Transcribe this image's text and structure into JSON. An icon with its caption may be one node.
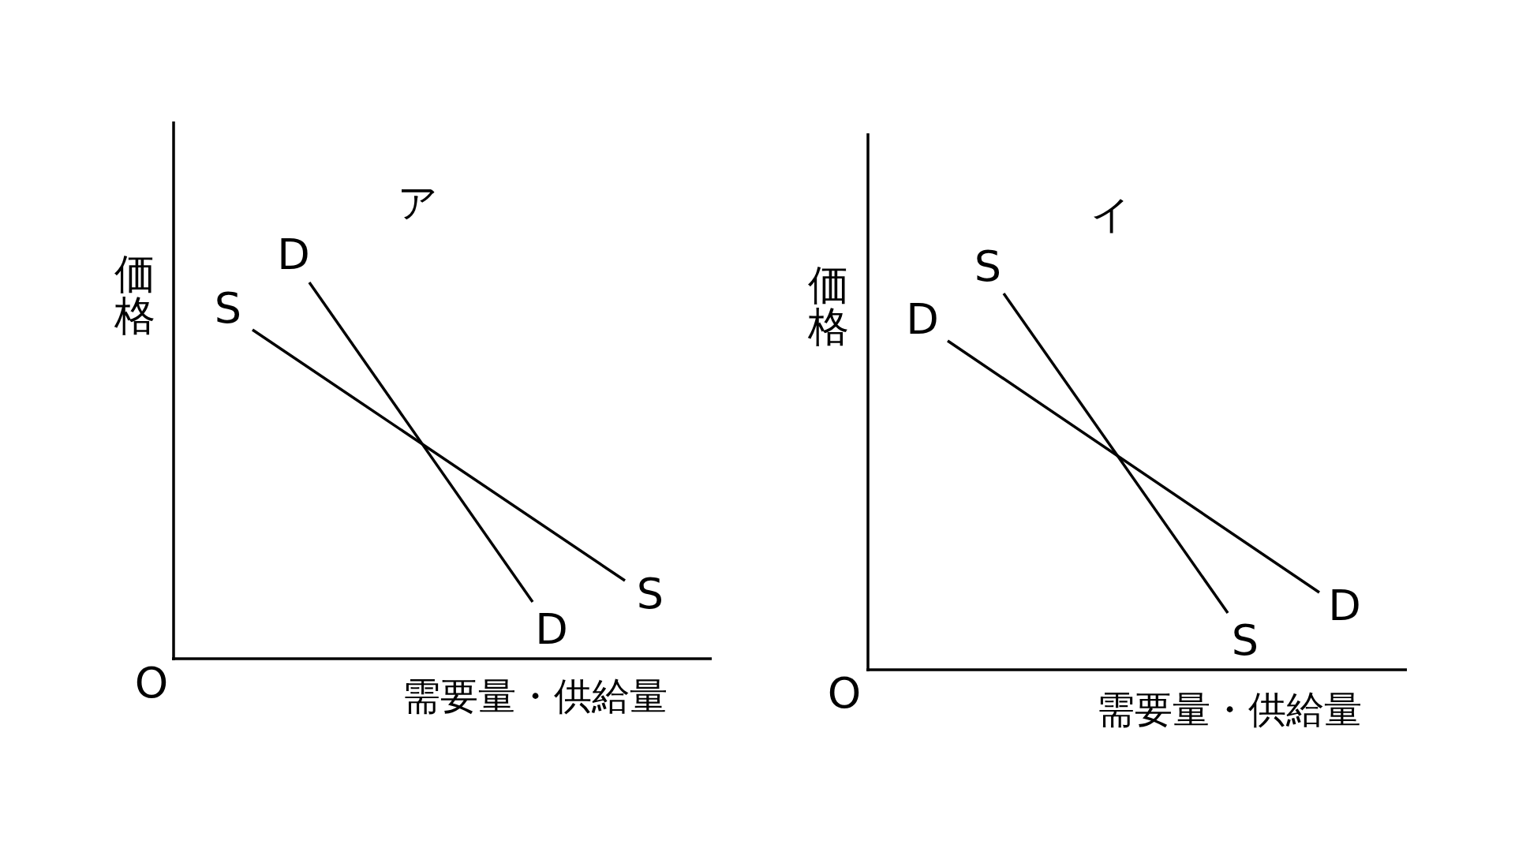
{
  "diagram": {
    "labels": [
      "ア",
      "D",
      "価格",
      "S",
      "S",
      "D",
      "O",
      "需要量・供給量",
      "イ",
      "S",
      "価格",
      "D",
      "D",
      "S",
      "O",
      "需要量・供給量"
    ]
  }
}
